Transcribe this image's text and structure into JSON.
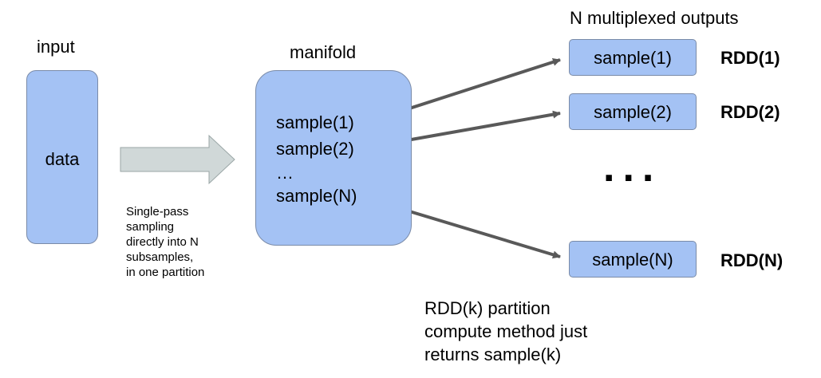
{
  "input": {
    "heading": "input",
    "box_label": "data"
  },
  "sampling_note": [
    "Single-pass",
    "sampling",
    "directly into N",
    "subsamples,",
    "in one partition"
  ],
  "manifold": {
    "heading": "manifold",
    "lines": [
      "sample(1)",
      "sample(2)",
      "…",
      "sample(N)"
    ]
  },
  "outputs": {
    "heading": "N multiplexed outputs",
    "items": [
      {
        "sample": "sample(1)",
        "rdd": "RDD(1)"
      },
      {
        "sample": "sample(2)",
        "rdd": "RDD(2)"
      },
      {
        "sample": "sample(N)",
        "rdd": "RDD(N)"
      }
    ],
    "ellipsis": "..."
  },
  "footnote": [
    "RDD(k) partition",
    "compute method just",
    "returns sample(k)"
  ],
  "colors": {
    "box_fill": "#a4c2f4",
    "box_border": "#7a8ba8",
    "arrow": "#595959",
    "fat_arrow_fill": "#d0d8d8"
  }
}
